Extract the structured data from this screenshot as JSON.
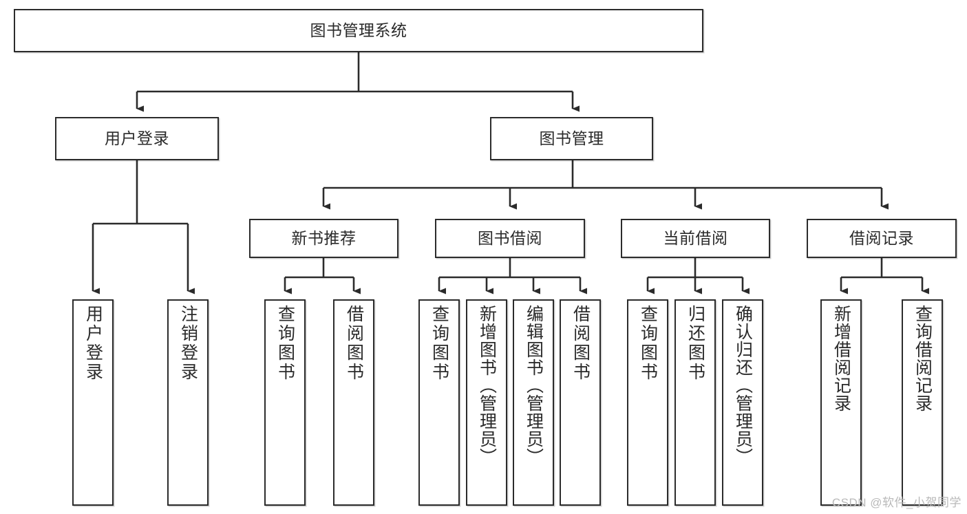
{
  "diagram": {
    "type": "tree-hierarchy-diagram",
    "title": "图书管理系统",
    "watermark": "CSDN @软件_小贺同学",
    "colors": {
      "box_border": "#2b2b2b",
      "box_fill": "#ffffff",
      "connector": "#2b2b2b",
      "text": "#2a2a2a",
      "watermark": "#b9b9b9"
    },
    "levels": {
      "root": {
        "label": "图书管理系统"
      },
      "level2": [
        {
          "label": "用户登录"
        },
        {
          "label": "图书管理"
        }
      ],
      "level3": [
        {
          "label": "新书推荐"
        },
        {
          "label": "图书借阅"
        },
        {
          "label": "当前借阅"
        },
        {
          "label": "借阅记录"
        }
      ]
    },
    "nodes": {
      "root": "图书管理系统",
      "user_login": "用户登录",
      "book_manage": "图书管理",
      "new_book_rec": "新书推荐",
      "book_borrow": "图书借阅",
      "current_borrow": "当前借阅",
      "borrow_record": "借阅记录",
      "leaf_user_login": "用户登录",
      "leaf_logout": "注销登录",
      "leaf_query_book_a": "查询图书",
      "leaf_borrow_book_a": "借阅图书",
      "leaf_query_book_b": "查询图书",
      "leaf_add_book": "新增图书（管理员）",
      "leaf_edit_book": "编辑图书（管理员）",
      "leaf_borrow_book_b": "借阅图书",
      "leaf_query_book_c": "查询图书",
      "leaf_return_book": "归还图书",
      "leaf_confirm_return": "确认归还（管理员）",
      "leaf_add_record": "新增借阅记录",
      "leaf_query_record": "查询借阅记录"
    }
  }
}
